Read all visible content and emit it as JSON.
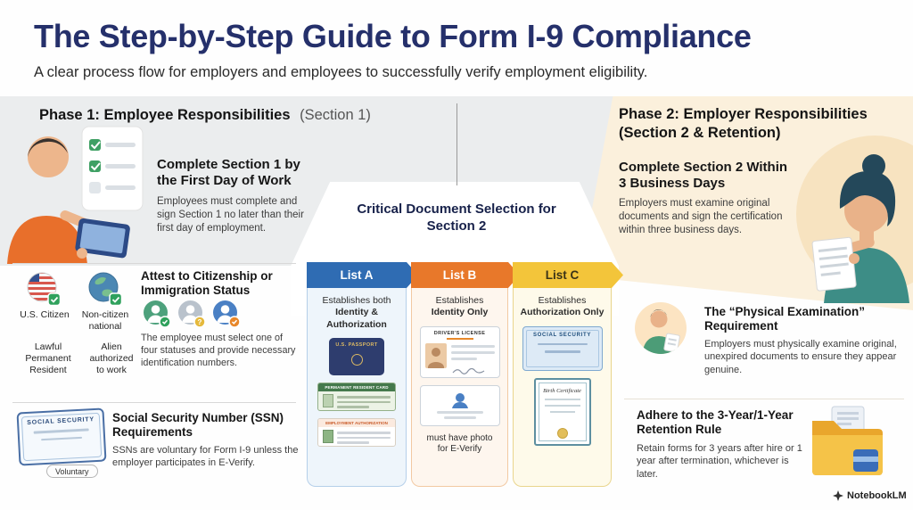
{
  "header": {
    "title": "The Step-by-Step Guide to Form I-9 Compliance",
    "subtitle": "A clear process flow for employers and employees to successfully verify employment eligibility."
  },
  "phase1": {
    "heading": "Phase 1: Employee Responsibilities",
    "heading_note": "(Section 1)",
    "step1": {
      "title": "Complete Section 1 by the First Day of Work",
      "body": "Employees must complete and sign Section 1 no later than their first day of employment."
    },
    "statuses": [
      "U.S. Citizen",
      "Non-citizen national",
      "Lawful Permanent Resident",
      "Alien authorized to work"
    ],
    "step2": {
      "title": "Attest to Citizenship or Immigration Status",
      "body": "The employee must select one of four statuses and provide necessary identification numbers."
    },
    "step3": {
      "title": "Social Security Number (SSN) Requirements",
      "body": "SSNs are voluntary for Form I-9 unless the employer participates in E-Verify.",
      "card_label": "SOCIAL SECURITY",
      "badge": "Voluntary"
    }
  },
  "middle": {
    "heading": "Critical Document Selection for Section 2",
    "lists": [
      {
        "label": "List A",
        "desc_normal": "Establishes both",
        "desc_bold": "Identity & Authorization",
        "doc1": "U.S. PASSPORT",
        "doc2": "PERMANENT RESIDENT CARD",
        "doc3": "EMPLOYMENT AUTHORIZATION"
      },
      {
        "label": "List B",
        "desc_normal": "Establishes",
        "desc_bold": "Identity Only",
        "doc1": "DRIVER'S LICENSE",
        "note": "must have photo for E-Verify"
      },
      {
        "label": "List C",
        "desc_normal": "Establishes",
        "desc_bold": "Authorization Only",
        "doc1": "SOCIAL SECURITY",
        "doc2": "Birth Certificate"
      }
    ]
  },
  "phase2": {
    "heading": "Phase 2: Employer Responsibilities",
    "heading_note": "(Section 2 & Retention)",
    "step1": {
      "title": "Complete Section 2 Within 3 Business Days",
      "body": "Employers must examine original documents and sign the certification within three business days."
    },
    "step2": {
      "title": "The “Physical Examination” Requirement",
      "body": "Employers must physically examine original, unexpired documents to ensure they appear genuine."
    },
    "step3": {
      "title": "Adhere to the 3-Year/1-Year Retention Rule",
      "body": "Retain forms for 3 years after hire or 1 year after termination, whichever is later."
    }
  },
  "icons": {
    "question_badge": "?"
  },
  "footer": {
    "brand": "NotebookLM"
  },
  "colors": {
    "title_navy": "#25306b",
    "phase1_bg": "#ebedee",
    "phase2_bg": "#fbf0dc",
    "list_a_blue": "#2f6cb3",
    "list_b_orange": "#e8782a",
    "list_c_yellow": "#f3c53a",
    "check_green": "#2fa15c"
  }
}
